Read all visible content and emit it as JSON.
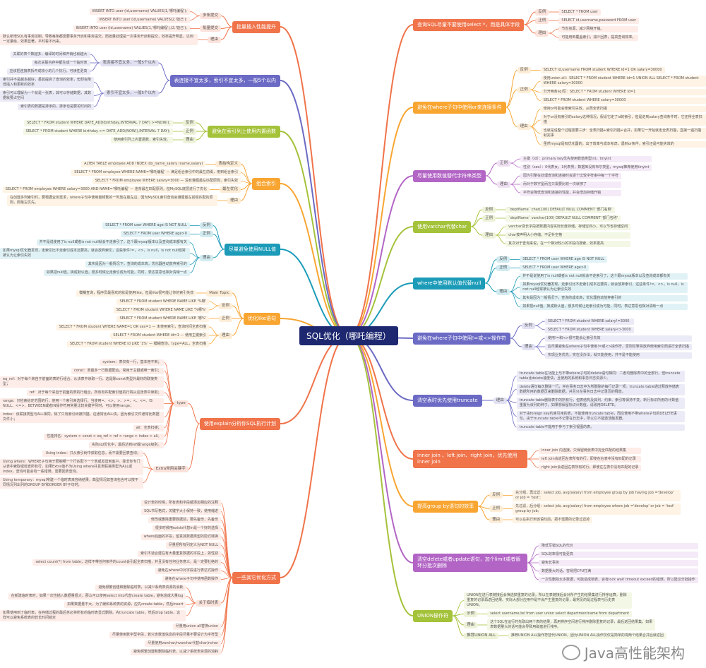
{
  "title": "SQL优化（哪吒编程）",
  "watermark": "Java高性能架构",
  "branches": [
    {
      "label": "查询SQL尽量不要使用select *，而是具体字段",
      "color": "#f0734a",
      "groups": [
        {
          "label": "反例",
          "items": [
            "SELECT * FROM user"
          ]
        },
        {
          "label": "正例",
          "items": [
            "SELECT id,username,password FROM user"
          ]
        },
        {
          "label": "理由",
          "items": [
            "节省资源、减少网络开销。",
            "可能用到覆盖索引，减少回表，提高查询效率。"
          ]
        }
      ]
    },
    {
      "label": "避免在where子句中使用or来连接条件",
      "color": "#f8a531",
      "groups": [
        {
          "label": "反例",
          "items": [
            "SELECT id,username FROM student WHERE id=1 OR salary=30000"
          ]
        },
        {
          "label": "正例",
          "items": [
            "使用union all：SELECT * FROM student WHERE id=1 UNION ALL SELECT * FROM student WHERE salary=30000",
            "分开两条sql写：SELECT * FROM student WHERE id=1",
            "SELECT * FROM student WHERE salary=30000"
          ]
        },
        {
          "label": "理由",
          "items": [
            "使用or可能会使索引失效，从而全表扫描",
            "对于or没有索引的salary这种情况，假设它走了id的索引，但是走到salary查询条件时，它还得全表扫描",
            "也就是说整个过程需要三步：全表扫描+索引扫描+合并，如果它一开始就走全表扫描，直接一遍扫描就完事",
            "虽然mysql是有优化器的，出于效率与成本考虑，遇到or条件，索引还是可能失效的"
          ]
        }
      ]
    },
    {
      "label": "尽量使用数值替代字符串类型",
      "color": "#b265c5",
      "groups": [
        {
          "label": "正例",
          "items": [
            "主键（id）：primary key优先使用数值类型int，tinyint",
            "性别（sex）：0代表女，1代表男；数据库没有布尔类型，mysql推荐使用tinyint"
          ]
        },
        {
          "label": "理由",
          "items": [
            "因为引擎在处理查询和连接时会逐个比较字符串中每一个字符",
            "而对于数字型而言只需要比较一次就够了",
            "字符会降低查询和连接的性能，并会增加存储开销"
          ]
        }
      ]
    },
    {
      "label": "使用varchar代替char",
      "color": "#a4c23a",
      "groups": [
        {
          "label": "反例",
          "items": [
            "`deptName` char(100) DEFAULT NULL COMMENT '部门名称'"
          ]
        },
        {
          "label": "正例",
          "items": [
            "`deptName` varchar(100) DEFAULT NULL COMMENT '部门名称'"
          ]
        },
        {
          "label": "理由",
          "items": [
            "varchar变长字段按数据内容实际长度存储，存储空间小，可以节省存储空间",
            "char按声明大小存储，不足补空格",
            "其次对于查询来说，在一个相对较小的字段内搜索，效率更高"
          ]
        }
      ]
    },
    {
      "label": "where中使用默认值代替null",
      "color": "#1b9bb8",
      "groups": [
        {
          "label": "反例",
          "items": [
            "SELECT * FROM user WHERE age IS NOT NULL"
          ]
        },
        {
          "label": "正例",
          "items": [
            "SELECT * FROM user WHERE age>0"
          ]
        },
        {
          "label": "理由",
          "items": [
            "并不是说使用了is null或者is not null就会不走索引了，这个跟mysql版本以及查询成本都有关",
            "如果mysql优化器发现，走索引比不走索引成本还要高，就会放弃索引，这些条件!=，<>，is null，is not null经常被认为让索引失效",
            "其实是因为一般情况下，查询的成本高，优化器自动放弃索引的",
            "如果把null值，换成默认值，很多时候让走索引成为可能，同时，表达意思也相对清晰一点"
          ]
        }
      ]
    },
    {
      "label": "避免在where子句中使用!=或<>操作符",
      "color": "#6b6ac4",
      "groups": [
        {
          "label": "反例",
          "items": [
            "SELECT * FROM student WHERE salary!=3000",
            "SELECT * FROM student WHERE salary<>3000"
          ]
        },
        {
          "label": "理由",
          "items": [
            "使用!=和<>很可能会让索引失效",
            "应尽量避免在where子句中使用!=或<>操作符，否则引擎将放弃使用索引而进行全表扫描",
            "实现业务优先，实在没办法，就只能使用，并不是不能使用"
          ]
        }
      ]
    },
    {
      "label": "清空表时优先使用truncate",
      "color": "#6b6ac4",
      "groups": [
        {
          "label": "理由",
          "items": [
            "truncate table在功能上与不带where子句的delete语句相同：二者均删除表中的全部行。但truncate table比delete速度快，且使用的系统和事务日志资源少。",
            "delete语句每次删除一行，并在事务日志中为所删除的每行记录一项。truncate table通过释放存储表数据所用的数据页来删除数据，并且只在事务日志中记录页的释放。",
            "truncate table删除表中的所有行，但表结构及其列、约束、索引等保持不变。新行标识所用的计数值重置为该列的种子。如果想保留标识计数值，请改用DELETE。",
            "对于由foreign key约束引用的表，不能使用truncate table，而应使用不带where子句的DELETE语句。由于truncate table不记录在日志中，所以它不能激活触发器。",
            "truncate table不能用于参与了索引视图的表。"
          ]
        }
      ]
    },
    {
      "label": "inner join 、left join、right join，优先使用inner join",
      "color": "#f0734a",
      "groups": [
        {
          "label": "",
          "items": [
            "inner join 内连接，只保留两张表中完全匹配的结果集",
            "left join会返回左表所有的行，即使在右表中没有匹配的记录",
            "right join会返回右表所有的行，即使在左表中没有匹配的记录"
          ]
        }
      ]
    },
    {
      "label": "提高group by语句的效率",
      "color": "#f8a531",
      "groups": [
        {
          "label": "反例",
          "items": [
            "先分组，再过滤：select job, avg(salary) from employee group by job having job ='develop' or job = 'test';"
          ]
        },
        {
          "label": "正例",
          "items": [
            "先过滤，后分组：select job, avg(salary) from employee where job ='develop' or job = 'test' group by job;"
          ]
        },
        {
          "label": "理由",
          "items": [
            "可以在执行到该语句前，把不需要的记录过滤掉"
          ]
        }
      ]
    },
    {
      "label": "清空delete或者update语句，加个limit或者循环分批次删除",
      "color": "#b265c5",
      "groups": [
        {
          "label": "",
          "items": [
            "降低写错SQL的代价",
            "SQL效率很可能更高",
            "避免长事务",
            "数据量大的话，容易把CPU打满",
            "一次性删除太多数据，可能造成锁表，会有lock wait timeout exceed的错误，所以建议分批操作"
          ]
        }
      ]
    },
    {
      "label": "UNION操作符",
      "color": "#a4c23a",
      "groups": [
        {
          "label": "",
          "items": [
            "UNION在进行表链接后会筛选掉重复的记录，所以在表链接后会对所产生的结果集进行排序运算，删除重复的记录再返回结果。实际大部分应用中是不会产生重复的记录，最常见的是过程表与历史表UNION。"
          ]
        },
        {
          "label": "示例",
          "items": [
            "select username,tel from user union select departmentname from department"
          ]
        },
        {
          "label": "理由",
          "items": [
            "这个SQL在运行时先取出两个表的结果，再用排序空间进行排序删除重复的记录，最后返回结果集，如果表数据量大的话可能会导致用磁盘进行排序。"
          ]
        },
        {
          "label": "推荐UNION ALL",
          "items": [
            "推荐UNION ALL操作符替代UNION，因为UNION ALL操作仅仅是简单的将两个结果合并后就返回"
          ]
        }
      ]
    },
    {
      "label": "批量插入性能提升",
      "color": "#f0734a",
      "groups": [
        {
          "label": "多条提交",
          "items": [
            "INSERT INTO user (id,username) VALUES(1,'哪吒编程');",
            "INSERT INTO user (id,username) VALUES(2,'妲己');"
          ]
        },
        {
          "label": "批量提交",
          "items": [
            "INSERT INTO user (id,username) VALUES(1,'哪吒编程'),(2,'妲己');"
          ]
        },
        {
          "label": "理由",
          "items": [
            "默认新增SQL有事务控制，导致每条都需要事务开启和事务提交，而批量处理是一次事务开启和提交，效率提升明显，达到一定量级，效果显著，平时看不出来。"
          ]
        }
      ]
    },
    {
      "label": "表连接不宜太多，索引不宜太多，一般5个以内",
      "color": "#6b6ac4",
      "groups": [
        {
          "label": "表连接不宜太多，一般5个以内",
          "items": [
            "关联的表个数越多，编译的时间和开销也就越大",
            "每次关联内存中都生成一个临时表",
            "应该把连接表拆开成较小的几个执行，可读性更高"
          ]
        },
        {
          "label": "索引不宜太多，一般5个以内",
          "items": [
            "索引并不是越多越好，虽其提高了查询的效率，但却会降低插入和更新的效率",
            "索引可以理解为一个就是一张表，其可以存储数据，其数据就要占空间",
            "索引表的数据是排序的，排序也是要花时间的"
          ]
        }
      ]
    },
    {
      "label": "避免在索引列上使用内置函数",
      "color": "#a4c23a",
      "groups": [
        {
          "label": "反例",
          "items": [
            "SELECT * FROM student WHERE DATE_ADD(birthday,INTERVAL 7 DAY) >=NOW();"
          ]
        },
        {
          "label": "正例",
          "items": [
            "SELECT * FROM student WHERE birthday >= DATE_ADD(NOW(),INTERVAL 7 DAY);"
          ]
        },
        {
          "label": "理由",
          "items": [
            "使用索引列上内置函数，索引失效。"
          ]
        }
      ]
    },
    {
      "label": "组合索引",
      "color": "#f8a531",
      "groups": [
        {
          "label": "表结构定义",
          "items": [
            "ALTER TABLE employee ADD INDEX idx_name_salary (name,salary)"
          ]
        },
        {
          "label": "",
          "items": [
            "SELECT * FROM employee WHERE NAME='哪吒编程' — 满足组合索引中的最左前缀，用到组合索引",
            "SELECT * FROM employee WHERE salary=3000 — 没有遵循最左匹配原则，索引失效"
          ]
        },
        {
          "label": "最左优化",
          "items": [
            "SELECT * FROM employee WHERE salary=3000 AND NAME='哪吒编程' — 违背最左匹配原则，但MySQL底层进行了优化"
          ]
        },
        {
          "label": "理由",
          "items": [
            "在创建多列索引时，要根据业务需求，where子句中使用最频繁的一列放在最左边，因为MySQL索引查询会遵循最左前缀匹配的原则，即最左优先。"
          ]
        }
      ]
    },
    {
      "label": "尽量避免使用NULL值",
      "color": "#1b9bb8",
      "groups": [
        {
          "label": "反例",
          "items": [
            "SELECT * FROM user WHERE age IS NOT NULL"
          ]
        },
        {
          "label": "正例",
          "items": [
            "SELECT * FROM user WHERE age>0"
          ]
        },
        {
          "label": "理由",
          "items": [
            "并不是说使用了is null或者is not null就会不走索引了，这个跟mysql版本以及查询成本都有关",
            "如果mysql优化器发现，走索引比不走索引成本还要高，就会放弃索引，这些条件!=，<>，is null，is not null经常被认为让索引失效",
            "其实是因为一般情况下，查询的成本高，优化器自动放弃索引的",
            "如果把null值，换成默认值，很多时候让走索引成为可能，同时，表达意思也相对清晰一点"
          ]
        }
      ]
    },
    {
      "label": "优化like语句",
      "color": "#f8a531",
      "groups": [
        {
          "label": "Main Topic",
          "items": [
            "模糊查询，程序员最喜欢的就是使用like，但是like很可能让你的索引失效"
          ]
        },
        {
          "label": "反例",
          "items": [
            "SELECT * FROM student WHERE NAME LIKE '%哪'",
            "SELECT * FROM student WHERE NAME LIKE '%哪%'"
          ]
        },
        {
          "label": "正例",
          "items": [
            "SELECT * FROM student WHERE NAME LIKE '哪%'"
          ]
        },
        {
          "label": "理由",
          "items": [
            "SELECT * FROM student WHERE NAME=1 OR sex=1 — 未使用索引，查询时间全表扫描",
            "SELECT * FROM student WHERE id=1 — 使用主键索引",
            "SELECT * FROM student WHERE id LIKE '1%' — 模糊查询，type=ALL，全表扫描"
          ]
        }
      ]
    },
    {
      "label": "使用explain分析你SQL执行计划",
      "color": "#f0734a",
      "groups": [
        {
          "label": "type",
          "items": [
            "system：表仅有一行，基本用不到；",
            "const：表最多一行数据配合，常用于主键或唯一索引；",
            "eq_ref：对于每个来自于前面的表的行组合，从该表中读取一行，这是除const类型外最好的联接类型；",
            "ref：对于每个来自于前面的表的行组合，所有有匹配索引值的行将从这张表中读取；",
            "range：只检索给定范围的行，使用一个索引来选择行。当使用=、<>、>、>=、<、<=、IS NULL、<=>、BETWEEN或者IN操作符用常量比较关键字列时，可以使用range；",
            "index：该联接类型与ALL相同，除了只有索引树被扫描。这通常比ALL快，因为索引文件通常比数据文件小；",
            "all：全表扫描；",
            "性能排名：system > const > eq_ref > ref > range > index > all。",
            "实际sql优化中，最后达到ref或range级别。"
          ]
        },
        {
          "label": "Extra常用关键字",
          "items": [
            "Using index：只从索引树中获取信息，而不需要回表查询；",
            "Using where：WHERE子句用于限制哪一个行匹配下一个表或发送到客户。除非你专门从表中索取或检查所有行，如果Extra值不为Using where并且表联接类型为ALL或index，查询可能会有一些错误。需要回表查询。",
            "Using temporary：mysql常建一个临时表来容纳结果，典型情况如查询包含可以按不同情况列出列的GROUP BY和ORDER BY子句时；"
          ]
        }
      ]
    },
    {
      "label": "一些其它优化方式",
      "color": "#f0734a",
      "groups": [
        {
          "label": "",
          "items": [
            "设计表的时候，所有表和字段都添加相应的注释",
            "SQL书写格式，关键字大小保持一致，使用缩进",
            "修改或删除重要数据前，要先备份，先备份",
            "很多时候用exists代替in是一个好的选择",
            "where后面的字段，留意其数据类型的隐式转换",
            "尽量把所有列定义为NOT NULL",
            "索引不适合建在有大量重复数据的字段上，如性别",
            "select count(*) from table；这样不带任何条件的count会引起全表扫描，并且没有任何业务意义，是一定要杜绝的",
            "避免在where中对字段进行表达式操作",
            "避免在where子句中使用函数操作"
          ]
        },
        {
          "label": "关于临时表",
          "items": [
            "避免频繁创建和删除临时表，以减少系统表资源的消耗",
            "在新建临时表时，如果一次性插入数据量很大，那么可以使用select into代替create table，避免造成大量log",
            "如果数据量不大，为了缓和系统表的资源，应先create table，然后insert",
            "如果使用到了临时表，在存储过程的最后务必将所有的临时表显式删除。先truncate table，然后drop table，这样可以避免系统表的较长时间锁定"
          ]
        },
        {
          "label": "",
          "items": [
            "尽量用union all替换union",
            "尽量使用数字型字段，若只含数值信息的字段尽量不要设计为字符型",
            "尽量使用varchar/nvarchar代替char/nchar",
            "避免频繁创建和删除临时表，以减少系统表资源的消耗"
          ]
        }
      ]
    }
  ]
}
